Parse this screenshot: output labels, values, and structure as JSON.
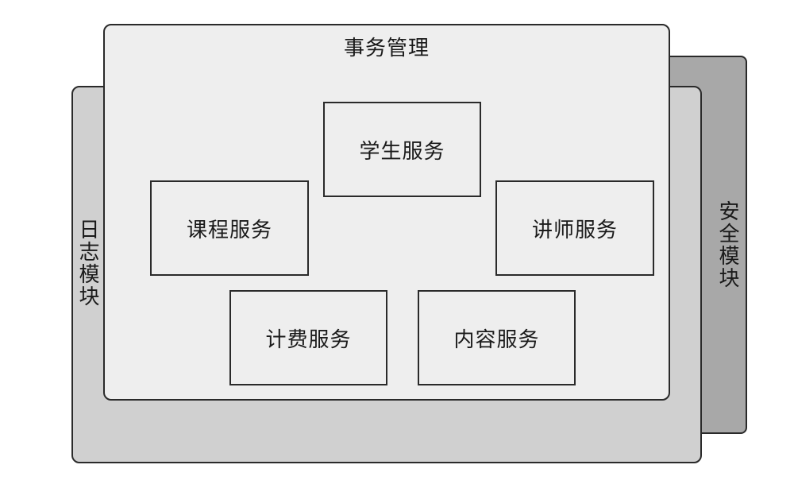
{
  "layers": {
    "security": {
      "label": "安全模块"
    },
    "log": {
      "label": "日志模块"
    },
    "transaction": {
      "label": "事务管理"
    }
  },
  "services": {
    "student": "学生服务",
    "course": "课程服务",
    "teacher": "讲师服务",
    "billing": "计费服务",
    "content": "内容服务"
  },
  "colors": {
    "security_fill": "#a8a8a8",
    "log_fill": "#d0d0d0",
    "transaction_fill": "#eeeeee",
    "stroke": "#2a2a2a"
  }
}
